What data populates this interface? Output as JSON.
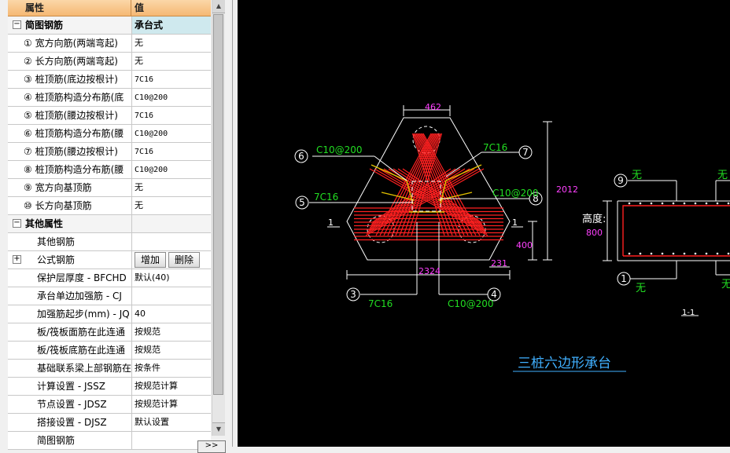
{
  "property_panel": {
    "header": {
      "name": "属性",
      "value": "值"
    },
    "rows": [
      {
        "name": "简图钢筋",
        "value": "承台式",
        "group": true
      },
      {
        "name": "① 宽方向筋(两端弯起)",
        "value": "无"
      },
      {
        "name": "② 长方向筋(两端弯起)",
        "value": "无"
      },
      {
        "name": "③ 桩顶筋(底边按根计)",
        "value": "7C16"
      },
      {
        "name": "④ 桩顶筋构造分布筋(底",
        "value": "C10@200"
      },
      {
        "name": "⑤ 桩顶筋(腰边按根计)",
        "value": "7C16"
      },
      {
        "name": "⑥ 桩顶筋构造分布筋(腰",
        "value": "C10@200"
      },
      {
        "name": "⑦ 桩顶筋(腰边按根计)",
        "value": "7C16"
      },
      {
        "name": "⑧ 桩顶筋构造分布筋(腰",
        "value": "C10@200"
      },
      {
        "name": "⑨ 宽方向基顶筋",
        "value": "无"
      },
      {
        "name": "⑩ 长方向基顶筋",
        "value": "无"
      },
      {
        "name": "其他属性",
        "value": "",
        "group": true
      },
      {
        "name": "其他钢筋",
        "value": ""
      },
      {
        "name": "公式钢筋",
        "buttons": [
          "增加",
          "删除"
        ]
      },
      {
        "name": "保护层厚度 - BFCHD",
        "value": "默认(40)"
      },
      {
        "name": "承台单边加强筋 - CJ",
        "value": ""
      },
      {
        "name": "加强筋起步(mm) - JQ",
        "value": "40"
      },
      {
        "name": "板/筏板面筋在此连通",
        "value": "按规范"
      },
      {
        "name": "板/筏板底筋在此连通",
        "value": "按规范"
      },
      {
        "name": "基础联系梁上部钢筋在",
        "value": "按条件"
      },
      {
        "name": "计算设置 - JSSZ",
        "value": "按规范计算"
      },
      {
        "name": "节点设置 - JDSZ",
        "value": "按规范计算"
      },
      {
        "name": "搭接设置 - DJSZ",
        "value": "默认设置"
      },
      {
        "name": "简图钢筋",
        "value": ""
      }
    ],
    "expand_label": ">>"
  },
  "drawing": {
    "title": "三桩六边形承台",
    "section_label": "1-1",
    "section_mark": "1",
    "height_label": "高度:",
    "height_value": "800",
    "dims": {
      "top": "462",
      "bottom": "2324",
      "right_h": "2012",
      "side": "400",
      "corner": "231"
    },
    "rebar_labels": {
      "r3": "7C16",
      "r4": "C10@200",
      "r5": "7C16",
      "r6": "C10@200",
      "r7": "7C16",
      "r8": "C10@200",
      "none": "无"
    },
    "markers": [
      "1",
      "3",
      "4",
      "5",
      "6",
      "7",
      "8",
      "9"
    ],
    "colors": {
      "rebar": "#ff2020",
      "green_text": "#22dd22",
      "magenta": "#ff40ff",
      "title": "#40b0ff",
      "yellow": "#e0c000"
    }
  }
}
